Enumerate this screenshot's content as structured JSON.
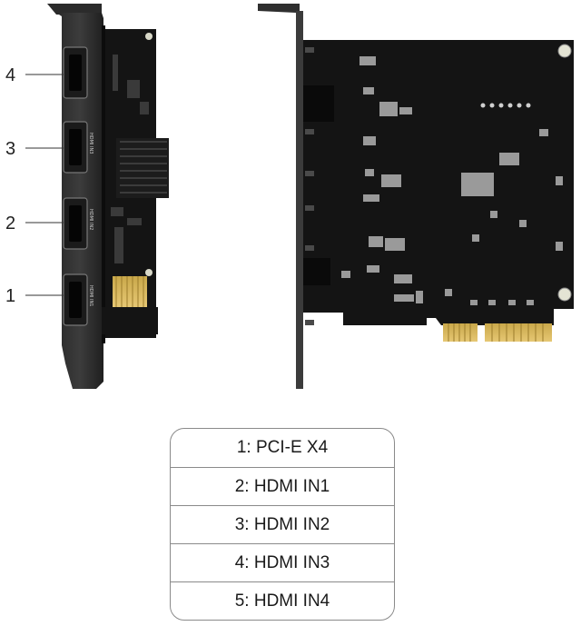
{
  "callouts": [
    "4",
    "3",
    "2",
    "1"
  ],
  "port_labels": [
    "HDMI IN3",
    "HDMI IN2",
    "HDMI IN1"
  ],
  "legend": [
    "1: PCI-E X4",
    "2: HDMI IN1",
    "3: HDMI IN2",
    "4: HDMI IN3",
    "5: HDMI IN4"
  ]
}
